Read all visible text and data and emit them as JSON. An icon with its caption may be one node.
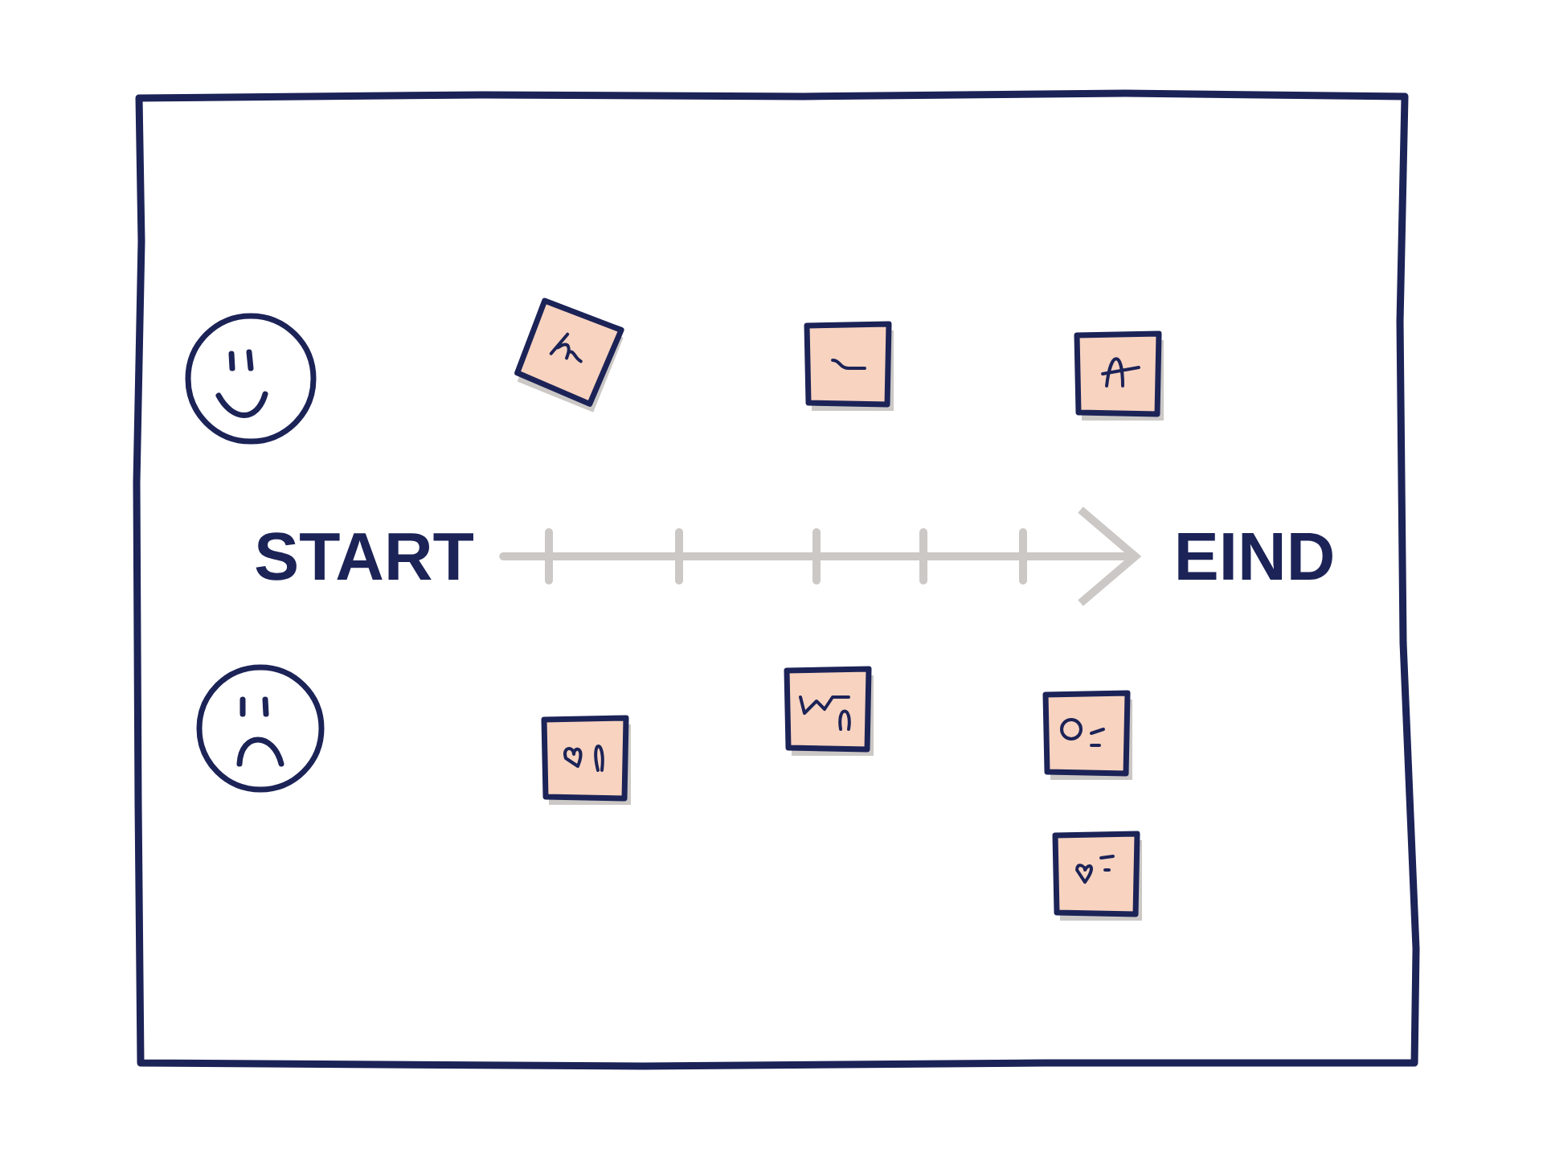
{
  "diagram": {
    "nodes": [
      {
        "text": [
          "START"
        ]
      },
      {
        "text": [
          "EIND"
        ]
      }
    ],
    "edges": [
      {
        "from": 0,
        "to": 1,
        "arrow": "to"
      }
    ]
  }
}
